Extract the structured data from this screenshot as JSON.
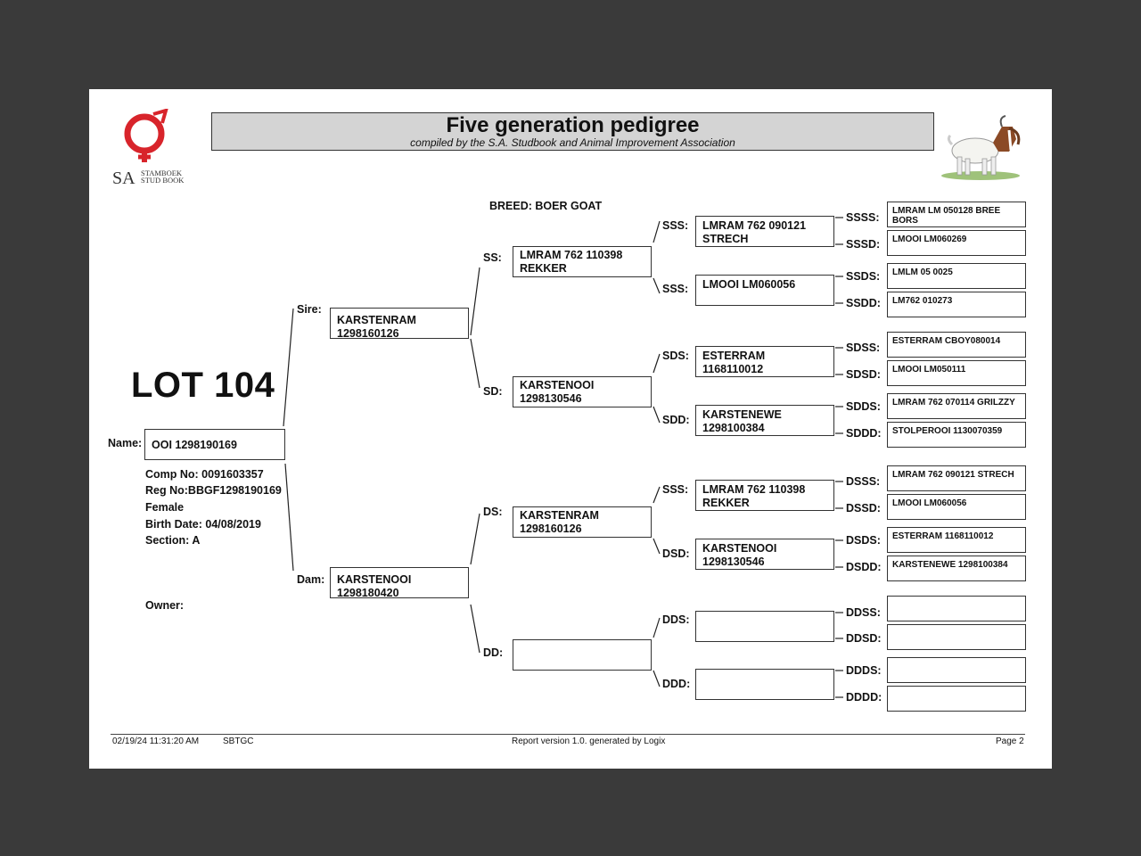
{
  "header": {
    "logo": {
      "sa": "SA",
      "line1": "STAMBOEK",
      "line2": "STUD BOOK"
    },
    "title": "Five generation pedigree",
    "subtitle": "compiled by the S.A. Studbook and Animal Improvement Association",
    "breed": "BREED: BOER GOAT"
  },
  "lot": "LOT 104",
  "animal": {
    "name_label": "Name:",
    "name": "OOI 1298190169",
    "comp_no": "Comp No: 0091603357",
    "reg_no": "Reg No:BBGF1298190169",
    "sex": "Female",
    "birth_date": "Birth Date: 04/08/2019",
    "section": "Section: A",
    "owner_label": "Owner:"
  },
  "pedigree": {
    "sire": {
      "label": "Sire:",
      "name": "KARSTENRAM\n1298160126"
    },
    "dam": {
      "label": "Dam:",
      "name": "KARSTENOOI\n1298180420"
    },
    "ss": {
      "label": "SS:",
      "name": "LMRAM 762 110398\nREKKER"
    },
    "sd": {
      "label": "SD:",
      "name": "KARSTENOOI\n1298130546"
    },
    "ds": {
      "label": "DS:",
      "name": "KARSTENRAM\n1298160126"
    },
    "dd": {
      "label": "DD:",
      "name": ""
    },
    "sss": {
      "label": "SSS:",
      "name": "LMRAM 762 090121\nSTRECH"
    },
    "ssd": {
      "label": "SSS:",
      "name": "LMOOI LM060056"
    },
    "sds": {
      "label": "SDS:",
      "name": "ESTERRAM\n1168110012"
    },
    "sdd": {
      "label": "SDD:",
      "name": "KARSTENEWE\n1298100384"
    },
    "dss": {
      "label": "SSS:",
      "name": "LMRAM 762 110398\nREKKER"
    },
    "dsd": {
      "label": "DSD:",
      "name": "KARSTENOOI\n1298130546"
    },
    "dds": {
      "label": "DDS:",
      "name": ""
    },
    "ddd": {
      "label": "DDD:",
      "name": ""
    },
    "g5": [
      {
        "label": "SSSS:",
        "name": "LMRAM LM 050128 BREE\nBORS"
      },
      {
        "label": "SSSD:",
        "name": "LMOOI LM060269"
      },
      {
        "label": "SSDS:",
        "name": "LMLM 05 0025"
      },
      {
        "label": "SSDD:",
        "name": "LM762 010273"
      },
      {
        "label": "SDSS:",
        "name": "ESTERRAM CBOY080014"
      },
      {
        "label": "SDSD:",
        "name": "LMOOI LM050111"
      },
      {
        "label": "SDDS:",
        "name": "LMRAM 762 070114 GRILZZY"
      },
      {
        "label": "SDDD:",
        "name": "STOLPEROOI 1130070359"
      },
      {
        "label": "DSSS:",
        "name": "LMRAM 762 090121 STRECH"
      },
      {
        "label": "DSSD:",
        "name": "LMOOI LM060056"
      },
      {
        "label": "DSDS:",
        "name": "ESTERRAM 1168110012"
      },
      {
        "label": "DSDD:",
        "name": "KARSTENEWE 1298100384"
      },
      {
        "label": "DDSS:",
        "name": ""
      },
      {
        "label": "DDSD:",
        "name": ""
      },
      {
        "label": "DDDS:",
        "name": ""
      },
      {
        "label": "DDDD:",
        "name": ""
      }
    ]
  },
  "footer": {
    "timestamp": "02/19/24 11:31:20 AM",
    "code": "SBTGC",
    "report": "Report version 1.0. generated by Logix",
    "page": "Page 2"
  },
  "colors": {
    "logo_red": "#d8242b",
    "header_bg": "#d4d4d4",
    "backdrop": "#3a3a3a"
  }
}
